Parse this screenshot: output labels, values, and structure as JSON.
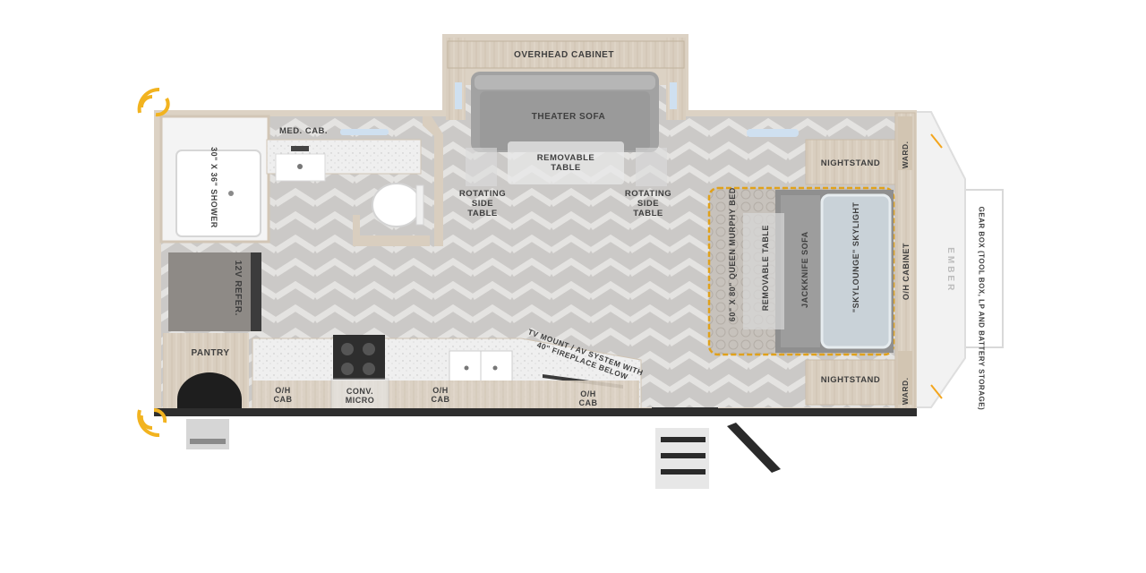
{
  "labels": {
    "overhead_cabinet": "OVERHEAD CABINET",
    "theater_sofa": "THEATER SOFA",
    "removable_table_top": "REMOVABLE\nTABLE",
    "rotating_side_table_left": "ROTATING\nSIDE\nTABLE",
    "rotating_side_table_right": "ROTATING\nSIDE\nTABLE",
    "med_cab": "MED. CAB.",
    "shower": "30\" X 36\"\nSHOWER",
    "refer": "12V REFER.",
    "pantry": "PANTRY",
    "oh_cab_1": "O/H\nCAB",
    "conv_micro": "CONV.\nMICRO",
    "oh_cab_2": "O/H\nCAB",
    "oh_cab_3": "O/H\nCAB",
    "tv_mount": "TV MOUNT / AV SYSTEM WITH\n40\" FIREPLACE BELOW",
    "queen_bed": "60\" X 80\" QUEEN\nMURPHY BED",
    "removable_table_bed": "REMOVABLE\nTABLE",
    "jackknife_sofa": "JACKKNIFE SOFA",
    "skylight": "\"SKYLOUNGE\"\nSKYLIGHT",
    "oh_cabinet_front": "O/H CABINET",
    "nightstand_top": "NIGHTSTAND",
    "nightstand_bottom": "NIGHTSTAND",
    "ward_top": "WARD.",
    "ward_bottom": "WARD.",
    "gear_box": "GEAR BOX\n(TOOL BOX, LP AND\nBATTERY STORAGE)",
    "brand": "EMBER"
  },
  "colors": {
    "floor": "#cfcdcb",
    "floor_chevron": "#e2e1df",
    "cabinet": "#d8cdbd",
    "counter": "#eeeeee",
    "sofa": "#9c9c9c",
    "wall": "#c9bba7",
    "bed_outline": "#e0a11b",
    "sensor": "#f2b31f"
  }
}
